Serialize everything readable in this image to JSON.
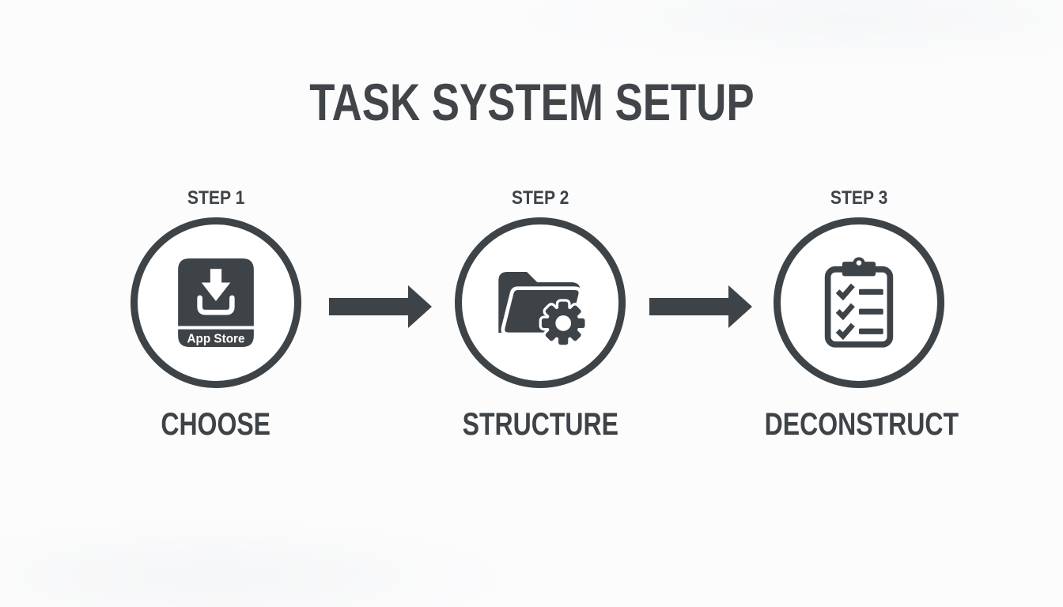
{
  "title": "TASK SYSTEM SETUP",
  "colors": {
    "ink": "#3e4348",
    "background": "#fcfcfd",
    "circle_fill": "#ffffff",
    "icon_text": "#ffffff"
  },
  "steps": [
    {
      "label": "STEP 1",
      "name": "CHOOSE",
      "icon": "app-store-download-icon",
      "badge_text": "App Store"
    },
    {
      "label": "STEP 2",
      "name": "STRUCTURE",
      "icon": "folder-gear-icon"
    },
    {
      "label": "STEP 3",
      "name": "DECONSTRUCT",
      "icon": "clipboard-checklist-icon"
    }
  ],
  "arrows": [
    {
      "direction": "right"
    },
    {
      "direction": "right"
    }
  ]
}
